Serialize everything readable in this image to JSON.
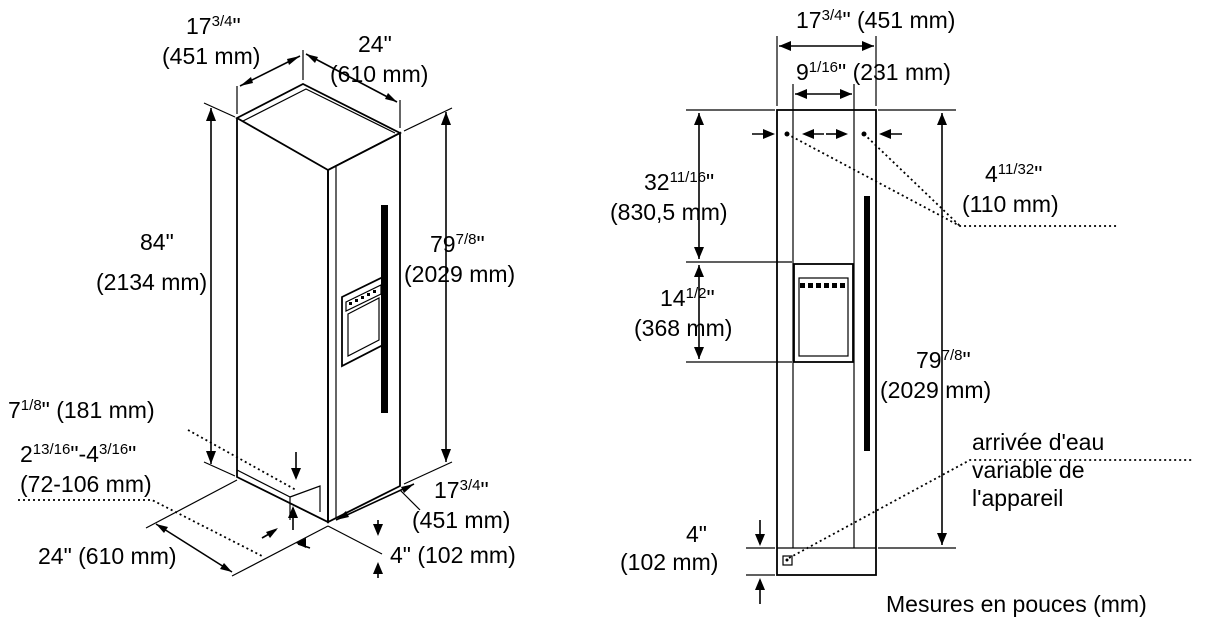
{
  "left_view": {
    "top_width": {
      "main": "17",
      "num": "3",
      "den": "4",
      "q": "\"",
      "mm": "(451 mm)"
    },
    "top_depth": {
      "main": "24\"",
      "mm": "(610 mm)"
    },
    "overall_height": {
      "main": "84\"",
      "mm": "(2134 mm)"
    },
    "door_height": {
      "main": "79",
      "num": "7",
      "den": "8",
      "q": "\"",
      "mm": "(2029 mm)"
    },
    "toe_kick": {
      "main": "7",
      "num": "1",
      "den": "8",
      "q": "\"",
      "mm": "(181 mm)"
    },
    "toe_range": {
      "a_main": "2",
      "a_num": "13",
      "a_den": "16",
      "mid": "\"-4",
      "b_num": "3",
      "b_den": "16",
      "q": "\"",
      "mm": "(72-106 mm)"
    },
    "bottom_depth": {
      "text": "24\" (610 mm)"
    },
    "bottom_width": {
      "main": "17",
      "num": "3",
      "den": "4",
      "q": "\"",
      "mm": "(451 mm)"
    },
    "bottom_clearance": {
      "text": "4\" (102 mm)"
    }
  },
  "right_view": {
    "width": {
      "main": "17",
      "num": "3",
      "den": "4",
      "q": "\"",
      "mm": "(451 mm)"
    },
    "inner_width": {
      "main": "9",
      "num": "1",
      "den": "16",
      "q": "\"",
      "mm": "(231 mm)"
    },
    "upper_height": {
      "main": "32",
      "num": "11",
      "den": "16",
      "q": "\"",
      "mm": "(830,5 mm)"
    },
    "dispenser_height": {
      "main": "14",
      "num": "1",
      "den": "2",
      "q": "\"",
      "mm": "(368 mm)"
    },
    "side_offset": {
      "main": "4",
      "num": "11",
      "den": "32",
      "q": "\"",
      "mm": "(110 mm)"
    },
    "door_height": {
      "main": "79",
      "num": "7",
      "den": "8",
      "q": "\"",
      "mm": "(2029 mm)"
    },
    "water_inlet": {
      "line1": "arrivée d'eau",
      "line2": "variable de",
      "line3": "l'appareil"
    },
    "base_height": {
      "main": "4\"",
      "mm": "(102 mm)"
    }
  },
  "caption": "Mesures en pouces (mm)"
}
